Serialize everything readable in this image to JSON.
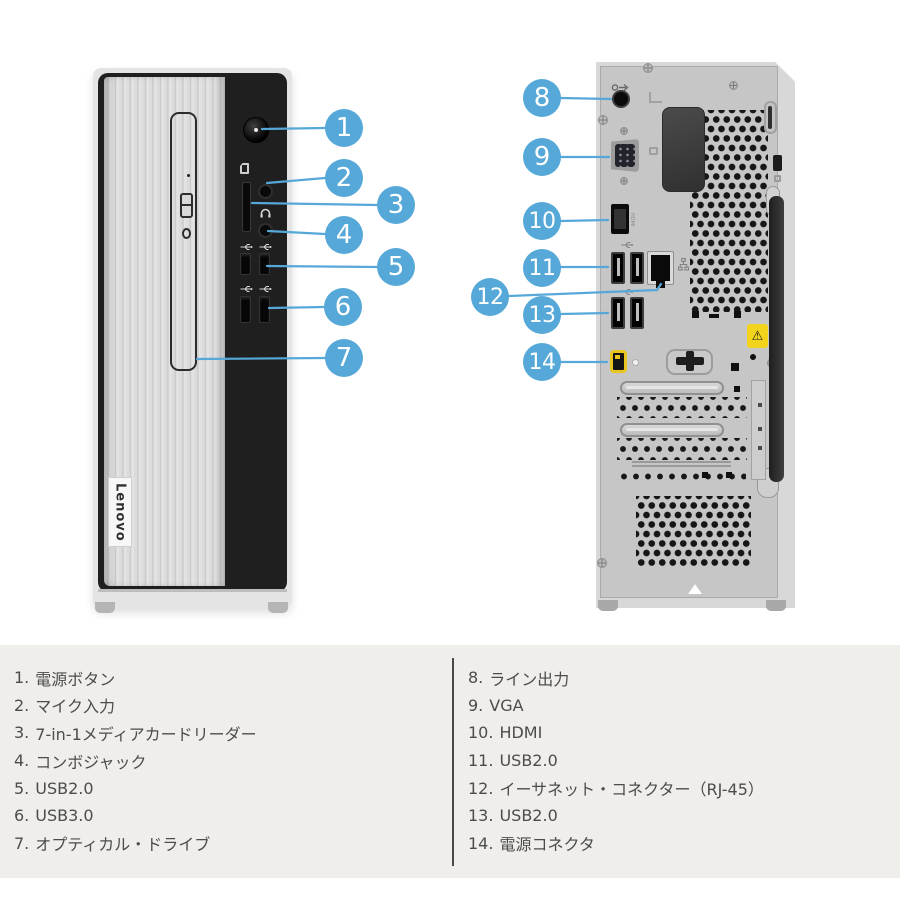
{
  "colors": {
    "accent": "#55a8d8",
    "legend_background": "#efeeeb",
    "legend_text": "#4c4c4c",
    "warning_yellow": "#f3d41c",
    "power_connector_yellow": "#e9c51f"
  },
  "front_view": {
    "brand_label": "Lenovo",
    "callouts": [
      "1",
      "2",
      "3",
      "4",
      "5",
      "6",
      "7"
    ]
  },
  "back_view": {
    "hdmi_port_label": "HDMI",
    "warning_symbol": "⚠",
    "callouts": [
      "8",
      "9",
      "10",
      "11",
      "12",
      "13",
      "14"
    ]
  },
  "legend": {
    "left_items": [
      {
        "num": "1.",
        "label": "電源ボタン"
      },
      {
        "num": "2.",
        "label": "マイク入力"
      },
      {
        "num": "3.",
        "label": "7-in-1メディアカードリーダー"
      },
      {
        "num": "4.",
        "label": "コンボジャック"
      },
      {
        "num": "5.",
        "label": "USB2.0"
      },
      {
        "num": "6.",
        "label": "USB3.0"
      },
      {
        "num": "7.",
        "label": "オプティカル・ドライブ"
      }
    ],
    "right_items": [
      {
        "num": "8.",
        "label": "ライン出力"
      },
      {
        "num": "9.",
        "label": "VGA"
      },
      {
        "num": "10.",
        "label": "HDMI"
      },
      {
        "num": "11.",
        "label": "USB2.0"
      },
      {
        "num": "12.",
        "label": "イーサネット・コネクター（RJ-45）"
      },
      {
        "num": "13.",
        "label": "USB2.0"
      },
      {
        "num": "14.",
        "label": "電源コネクタ"
      }
    ]
  }
}
